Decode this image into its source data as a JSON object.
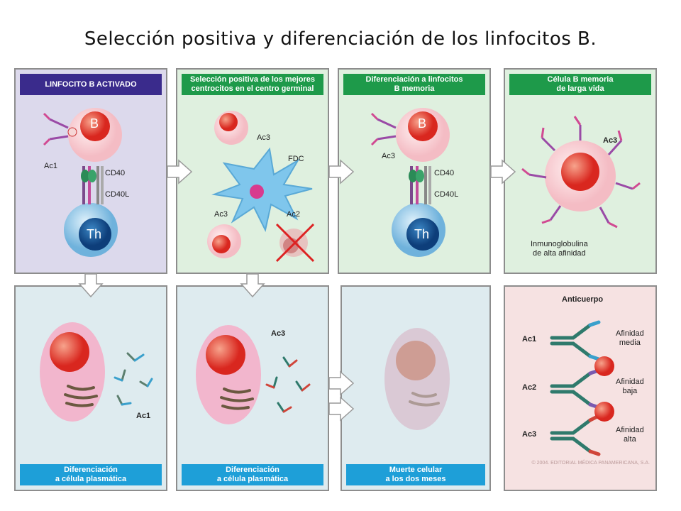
{
  "title": "Selección positiva y diferenciación de los linfocitos B.",
  "panels": {
    "p1": {
      "header": "LINFOCITO B ACTIVADO",
      "cell_b": "B",
      "cell_th": "Th",
      "ac": "Ac1",
      "cd40": "CD40",
      "cd40l": "CD40L"
    },
    "p2": {
      "header": "Selección positiva de los mejores\ncentrocitos en el centro germinal",
      "ac3_top": "Ac3",
      "fdc": "FDC",
      "ac3_bottom": "Ac3",
      "ac2": "Ac2"
    },
    "p3": {
      "header": "Diferenciación a linfocitos\nB memoria",
      "cell_b": "B",
      "cell_th": "Th",
      "ac": "Ac3",
      "cd40": "CD40",
      "cd40l": "CD40L"
    },
    "p4": {
      "header": "Célula B memoria\nde larga vida",
      "ac": "Ac3",
      "note": "Inmunoglobulina\nde alta afinidad"
    },
    "p5": {
      "footer": "Diferenciación\na célula plasmática",
      "ac": "Ac1"
    },
    "p6": {
      "footer": "Diferenciación\na célula plasmática",
      "ac": "Ac3"
    },
    "p7": {
      "footer": "Muerte celular\na los dos meses"
    },
    "p8": {
      "heading": "Anticuerpo",
      "rows": [
        {
          "ac": "Ac1",
          "affinity": "Afinidad\nmedia"
        },
        {
          "ac": "Ac2",
          "affinity": "Afinidad\nbaja"
        },
        {
          "ac": "Ac3",
          "affinity": "Afinidad\nalta"
        }
      ],
      "copyright": "© 2004. EDITORIAL MÉDICA PANAMERICANA, S.A."
    }
  },
  "colors": {
    "header_purple": "#3a2b8c",
    "header_green": "#1e9a4a",
    "footer_blue": "#1e9fd8",
    "bg_purple": "#dcd9ec",
    "bg_green": "#dff0df",
    "bg_blue": "#deebef",
    "bg_pink": "#f6e2e2"
  }
}
